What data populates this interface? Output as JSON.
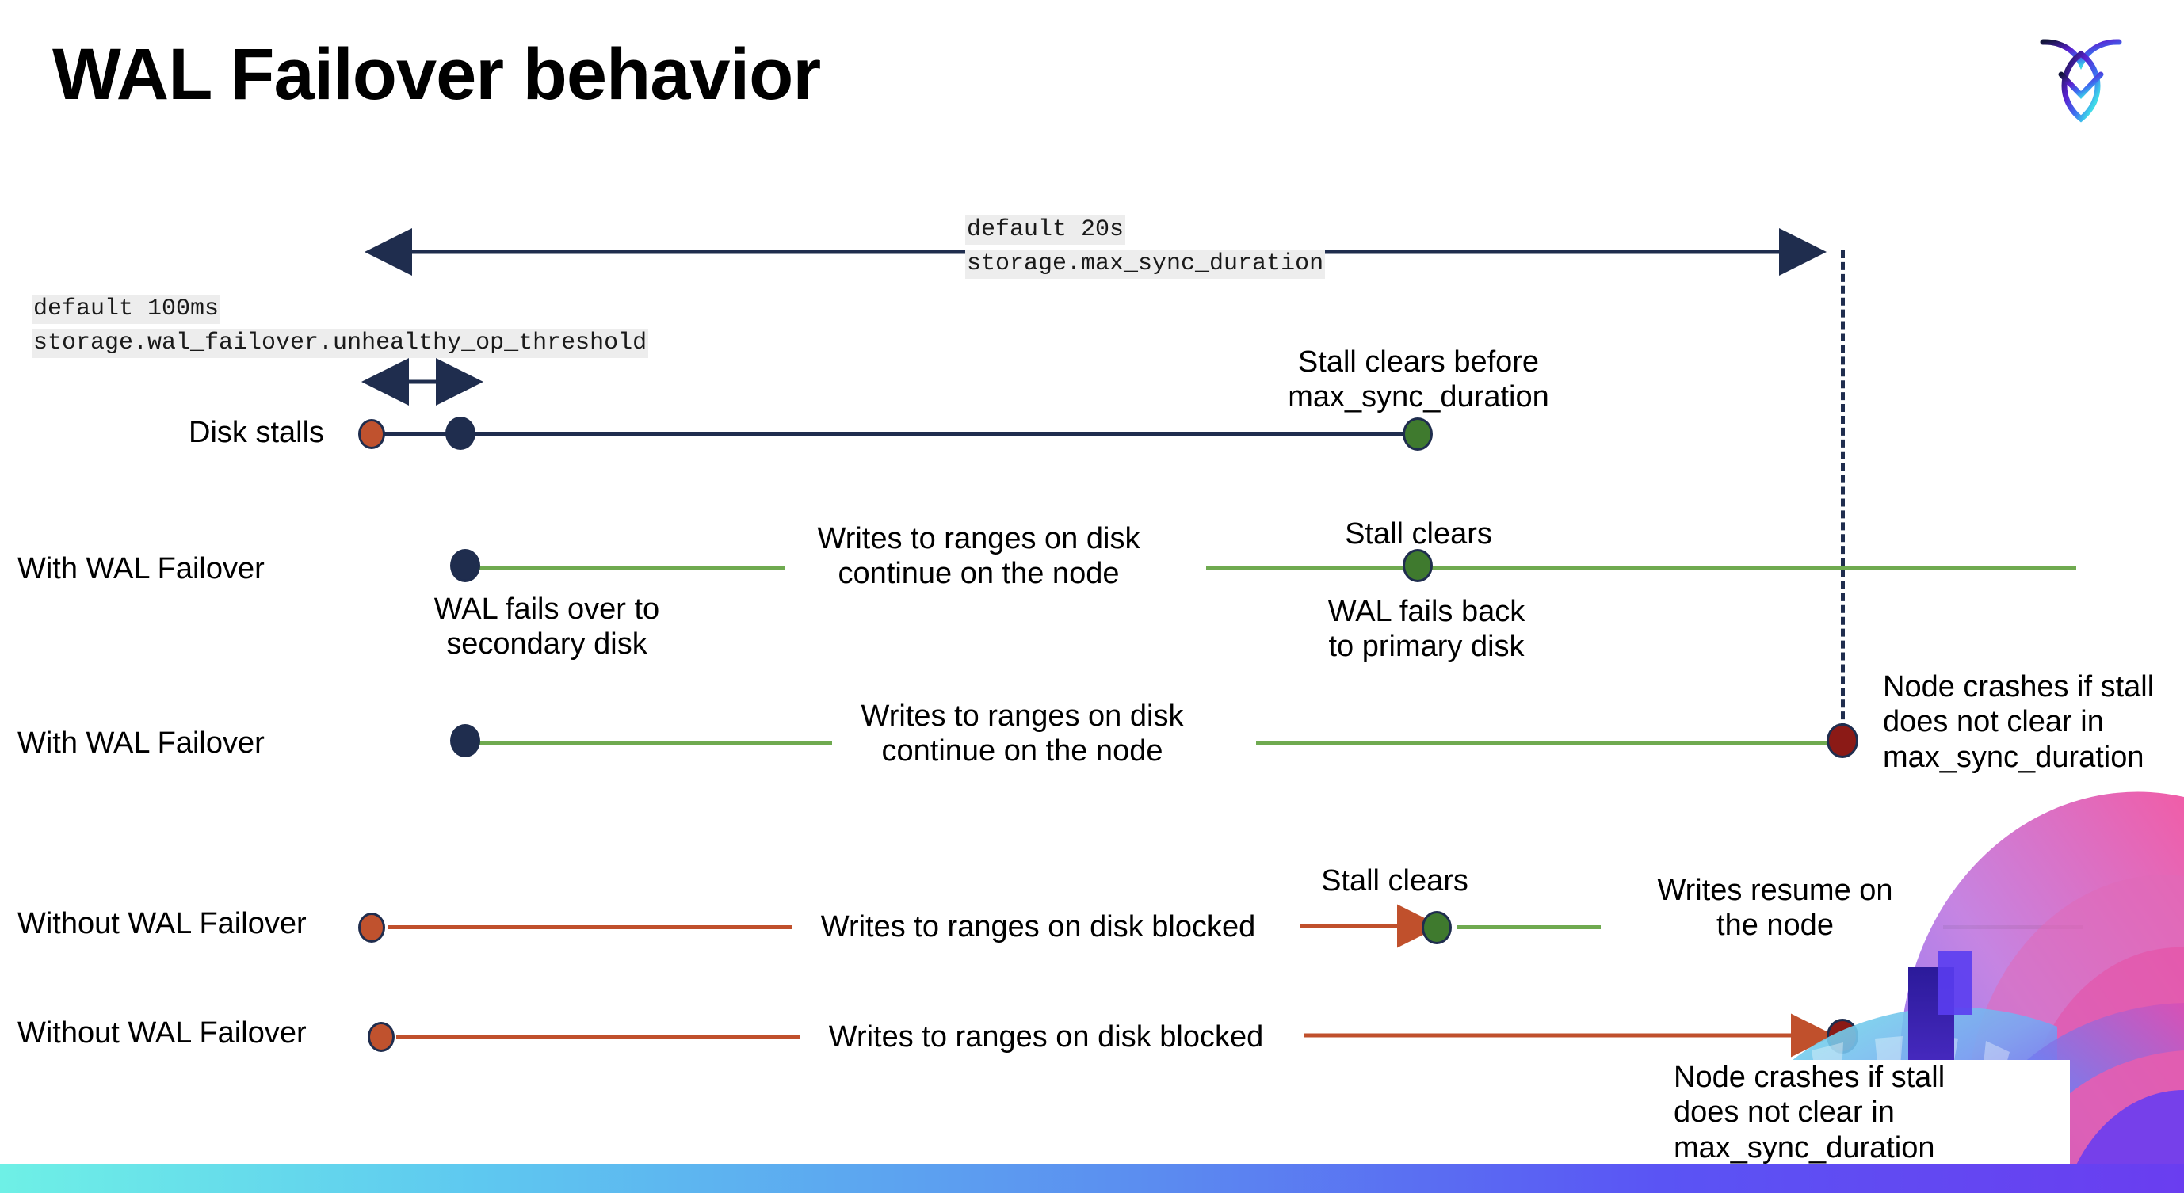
{
  "slide": {
    "title": "WAL Failover behavior",
    "logo_name": "cockroachdb-logo"
  },
  "annotations": {
    "max_sync": {
      "default": "default 20s",
      "setting": "storage.max_sync_duration"
    },
    "unhealthy_op": {
      "default": "default 100ms",
      "setting": "storage.wal_failover.unhealthy_op_threshold"
    }
  },
  "rows": [
    {
      "label": "Disk stalls",
      "notes": [
        "Stall clears before\nmax_sync_duration"
      ]
    },
    {
      "label": "With WAL Failover",
      "notes": [
        "Writes to ranges on disk\ncontinue on the node",
        "Stall clears",
        "WAL fails over to\nsecondary disk",
        "WAL fails  back\nto primary disk"
      ]
    },
    {
      "label": "With WAL Failover",
      "notes": [
        "Writes to ranges on disk\ncontinue on the node",
        "Node crashes if stall\ndoes not clear in\nmax_sync_duration"
      ]
    },
    {
      "label": "Without WAL Failover",
      "notes": [
        "Writes to ranges on disk  blocked",
        "Stall clears",
        "Writes resume on\nthe node"
      ]
    },
    {
      "label": "Without WAL Failover",
      "notes": [
        "Writes to ranges on disk  blocked",
        "Node crashes if stall\ndoes not clear in\nmax_sync_duration"
      ]
    }
  ],
  "colors": {
    "navy": "#1f2d4e",
    "green_line": "#6faa50",
    "green_dot": "#3f7a2e",
    "orange_line": "#c0502c",
    "orange_dot": "#c0522e",
    "dark_red_dot": "#8b1a16",
    "code_bg": "#ededed"
  }
}
